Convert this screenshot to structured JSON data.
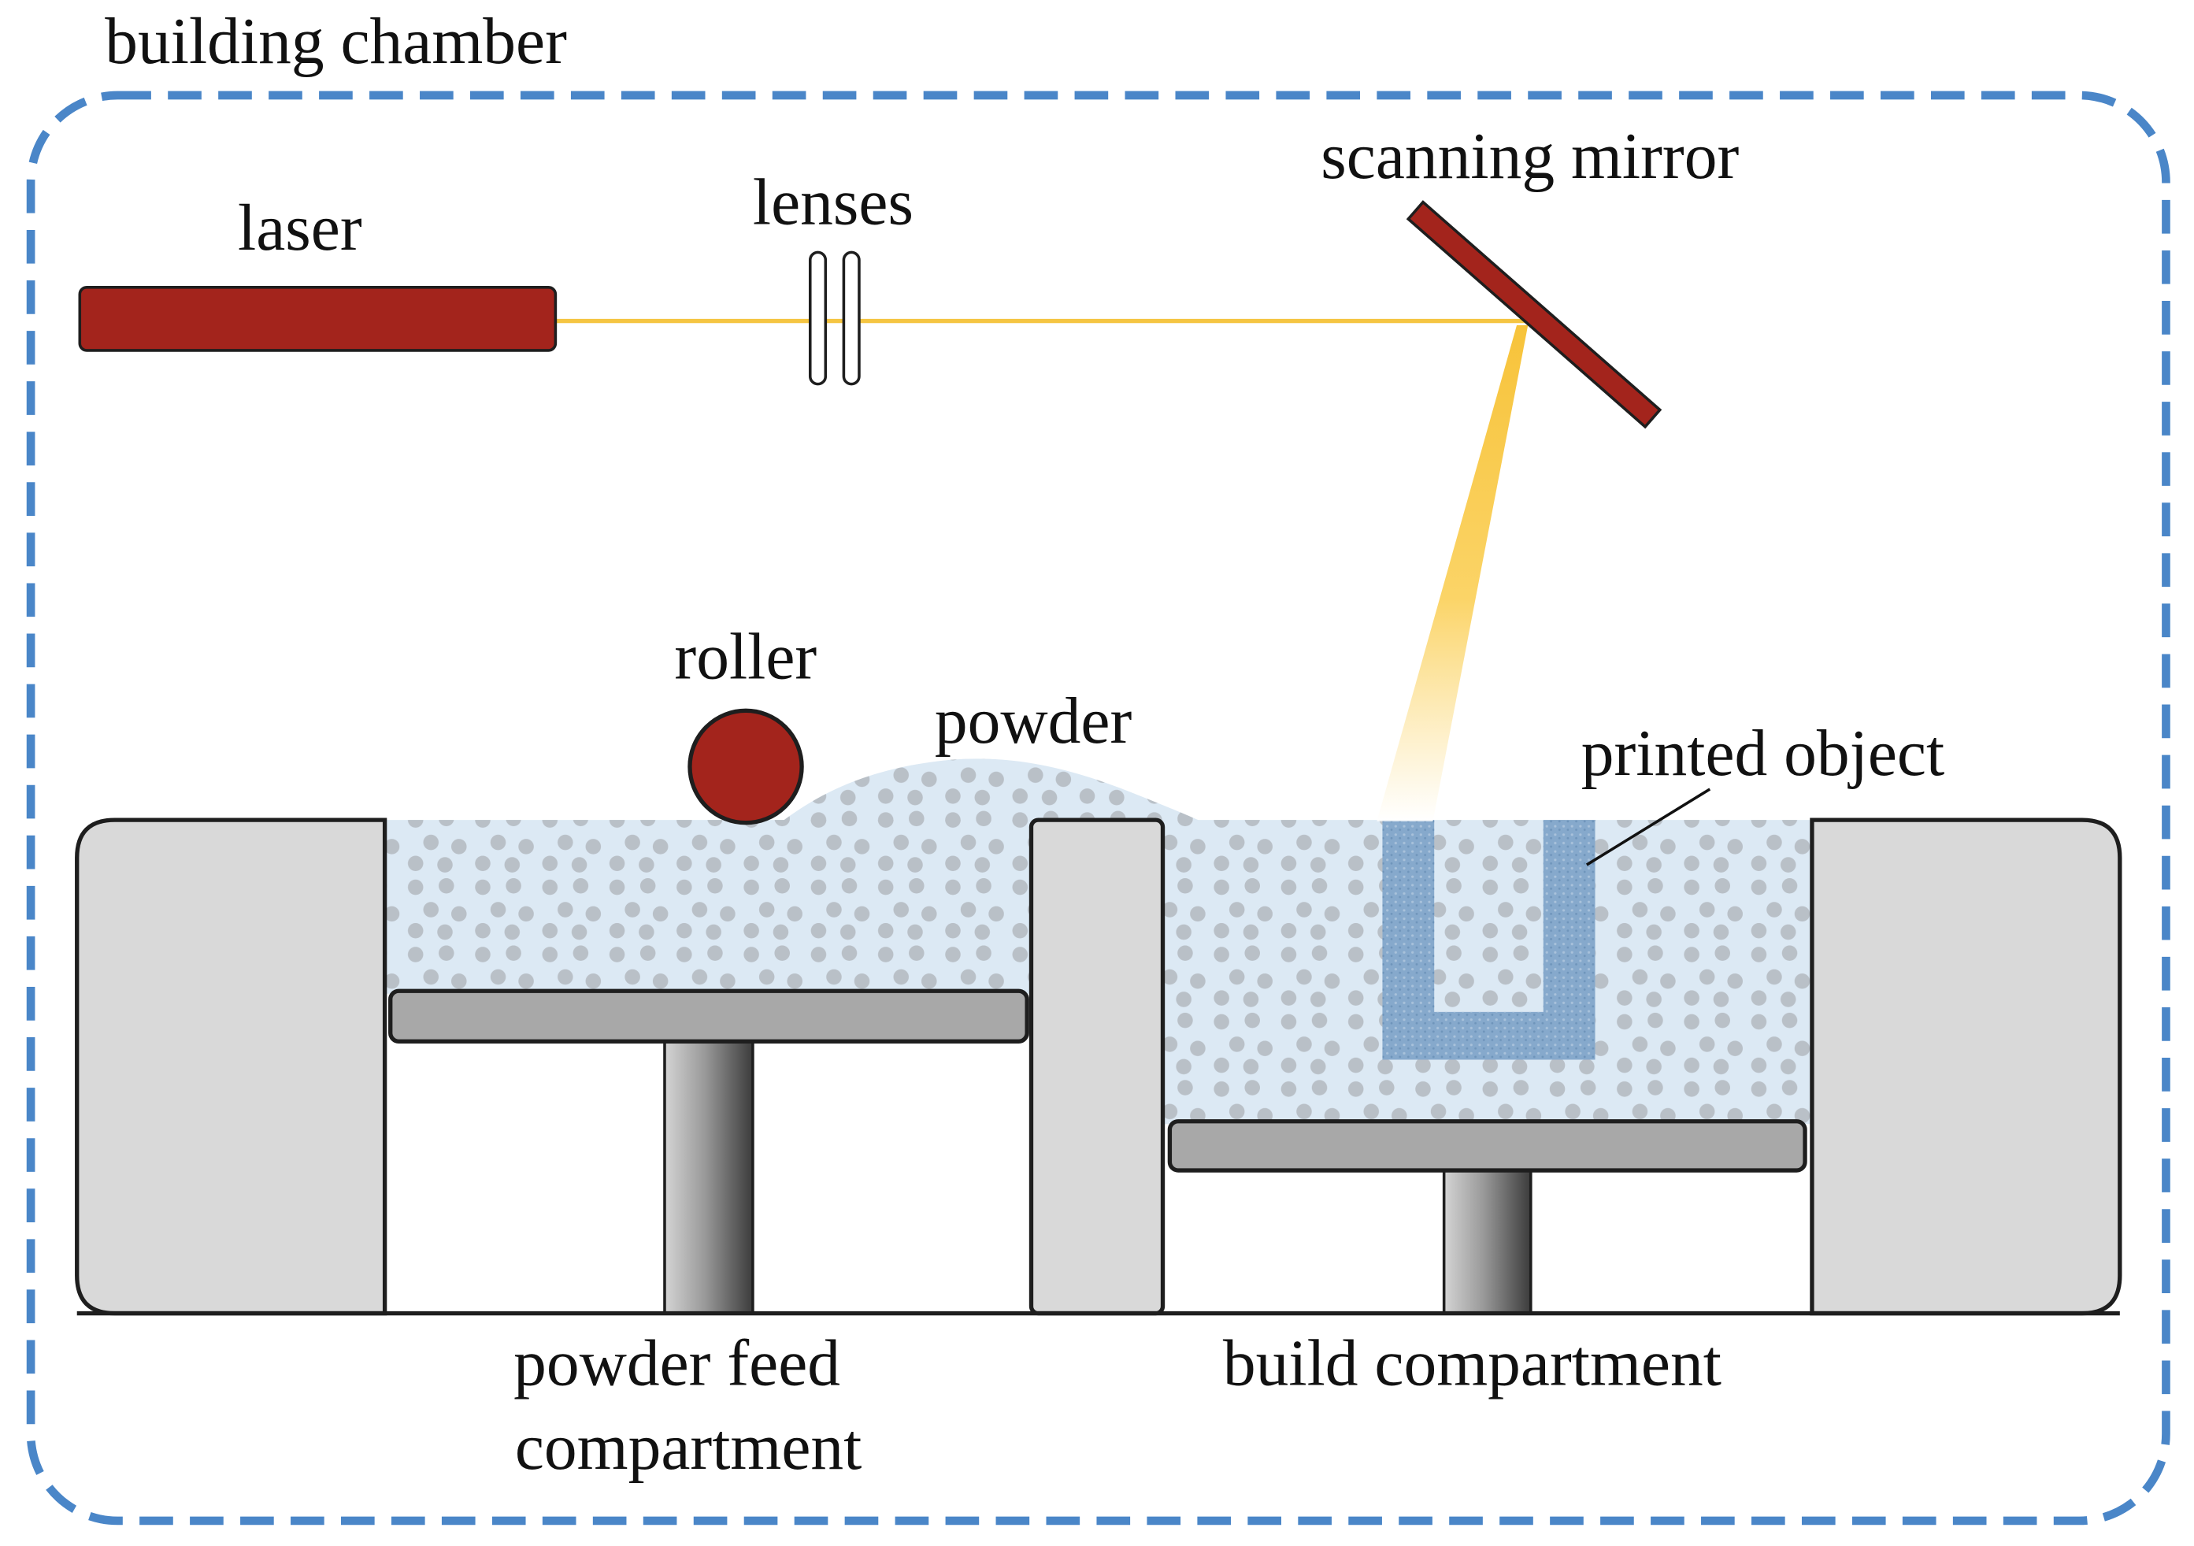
{
  "labels": {
    "building_chamber": "building chamber",
    "laser": "laser",
    "lenses": "lenses",
    "scanning_mirror": "scanning mirror",
    "roller": "roller",
    "powder": "powder",
    "printed_object": "printed object",
    "powder_feed_compartment": [
      "powder feed",
      "compartment"
    ],
    "build_compartment": "build compartment"
  },
  "colors": {
    "chamber_border": "#4a86c8",
    "laser_red": "#a3241c",
    "beam_yellow": "#f5c542",
    "powder": "#dce9f4",
    "powder_particles": "#b9c0c7",
    "printed_object": "#86a9cc",
    "walls": "#d9d9d9",
    "platforms": "#a8a8a8"
  }
}
